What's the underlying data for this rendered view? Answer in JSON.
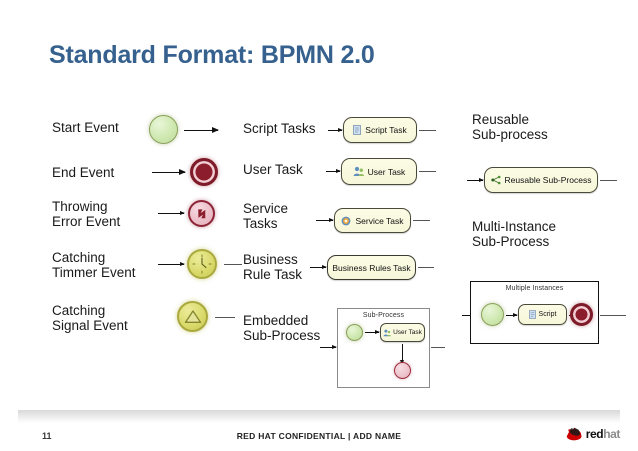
{
  "slide": {
    "title": "Standard Format: BPMN 2.0",
    "title_color": "#36618e",
    "background": "#ffffff"
  },
  "columns": {
    "events": {
      "items": [
        {
          "label": "Start Event",
          "icon": "start-event-circle"
        },
        {
          "label": "End Event",
          "icon": "end-event-circle"
        },
        {
          "label": "Throwing\nError Event",
          "icon": "error-event-circle"
        },
        {
          "label": "Catching\nTimmer Event",
          "icon": "timer-event-circle"
        },
        {
          "label": "Catching\nSignal Event",
          "icon": "signal-event-circle"
        }
      ]
    },
    "tasks": {
      "items": [
        {
          "label": "Script Tasks",
          "shape_text": "Script Task",
          "icon": "script-document-icon"
        },
        {
          "label": "User Task",
          "shape_text": "User Task",
          "icon": "user-person-icon"
        },
        {
          "label": "Service\nTasks",
          "shape_text": "Service Task",
          "icon": "service-gear-icon"
        },
        {
          "label": "Business\nRule Task",
          "shape_text": "Business Rules Task",
          "icon": "none"
        },
        {
          "label": "Embedded\nSub-Process",
          "shape_text": "",
          "icon": "none"
        }
      ],
      "embedded": {
        "title": "Sub-Process",
        "task_text": "User Task",
        "task_icon": "user-person-icon"
      }
    },
    "subprocesses": {
      "reusable": {
        "label": "Reusable\nSub-process",
        "shape_text": "Reusable Sub-Process",
        "icon": "share-nodes-icon"
      },
      "multi_instance": {
        "label": "Multi-Instance\nSub-Process",
        "box_title": "Multiple Instances",
        "task_text": "Script",
        "task_icon": "script-document-icon"
      }
    }
  },
  "footer": {
    "page_number": "11",
    "confidential": "RED HAT CONFIDENTIAL | ADD NAME",
    "logo_red": "red",
    "logo_gray": "hat",
    "logo_color": "#cc0000"
  }
}
